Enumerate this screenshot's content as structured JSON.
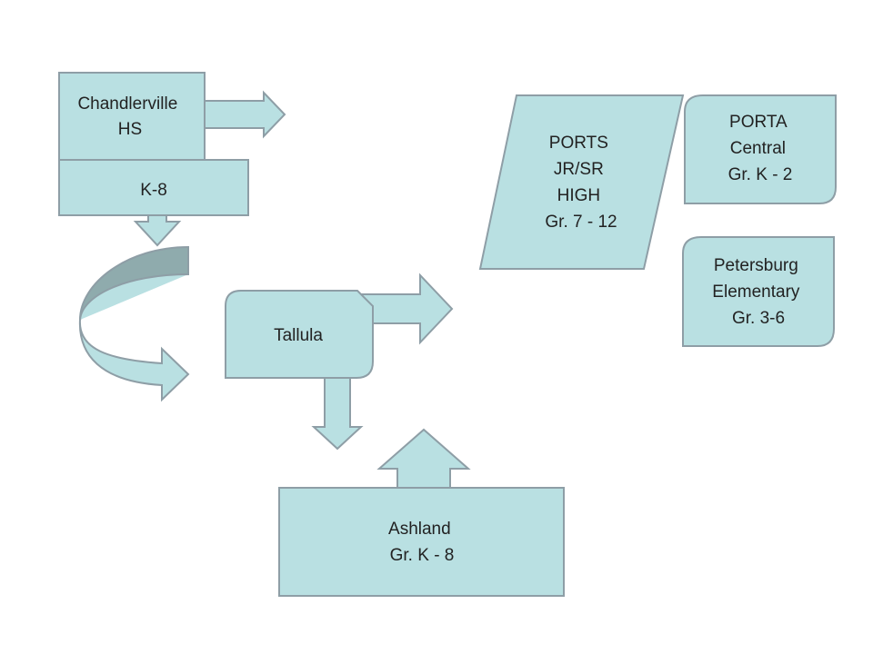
{
  "colors": {
    "fill": "#B9E0E2",
    "stroke": "#8E9EA6",
    "curve_dark": "#8FABAD",
    "text": "#222222"
  },
  "nodes": {
    "chandlerville": {
      "lines": [
        "Chandlerville",
        "HS"
      ]
    },
    "k8": {
      "lines": [
        "K-8"
      ]
    },
    "tallula": {
      "lines": [
        "Tallula"
      ]
    },
    "ashland": {
      "lines": [
        "Ashland",
        "Gr. K - 8"
      ]
    },
    "ports": {
      "lines": [
        "PORTS",
        "JR/SR",
        "HIGH",
        "Gr. 7 - 12"
      ]
    },
    "porta": {
      "lines": [
        "PORTA",
        "Central",
        "Gr. K - 2"
      ]
    },
    "petersburg": {
      "lines": [
        "Petersburg",
        "Elementary",
        "Gr. 3-6"
      ]
    }
  }
}
